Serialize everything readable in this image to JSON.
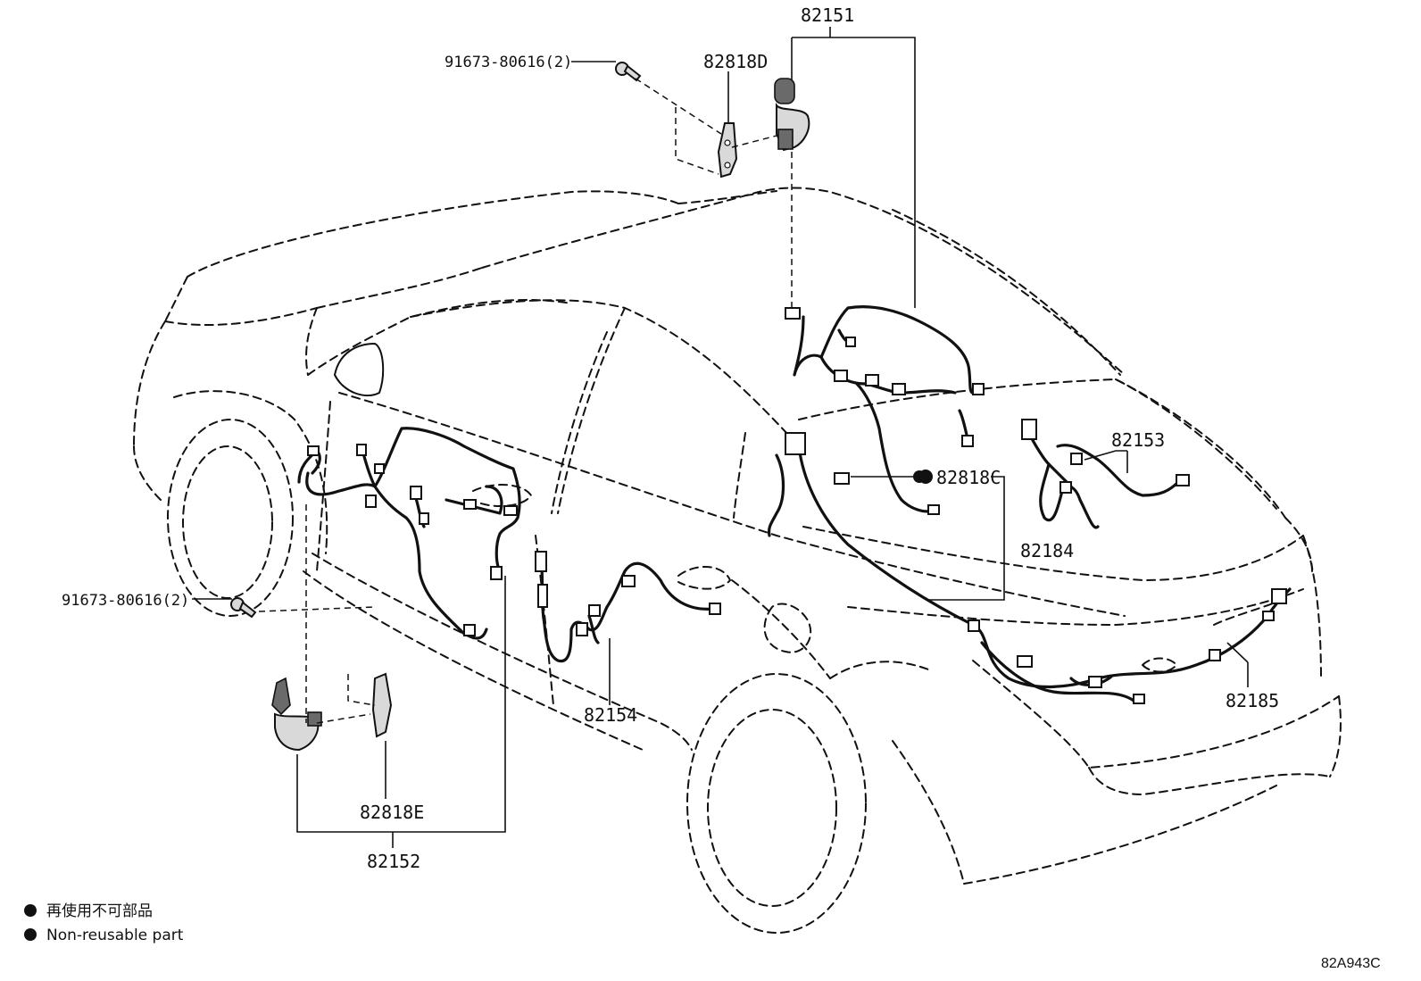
{
  "callouts": {
    "part_82151": "82151",
    "part_82818D": "82818D",
    "bolt_top": "91673-80616(2)",
    "part_82818C": "82818C",
    "part_82153": "82153",
    "part_82184": "82184",
    "part_82185": "82185",
    "part_82154": "82154",
    "bolt_left": "91673-80616(2)",
    "part_82818E": "82818E",
    "part_82152": "82152"
  },
  "legend": {
    "line_jp": "再使用不可部品",
    "line_en": "Non-reusable part"
  },
  "diagram_code": "82A943C"
}
